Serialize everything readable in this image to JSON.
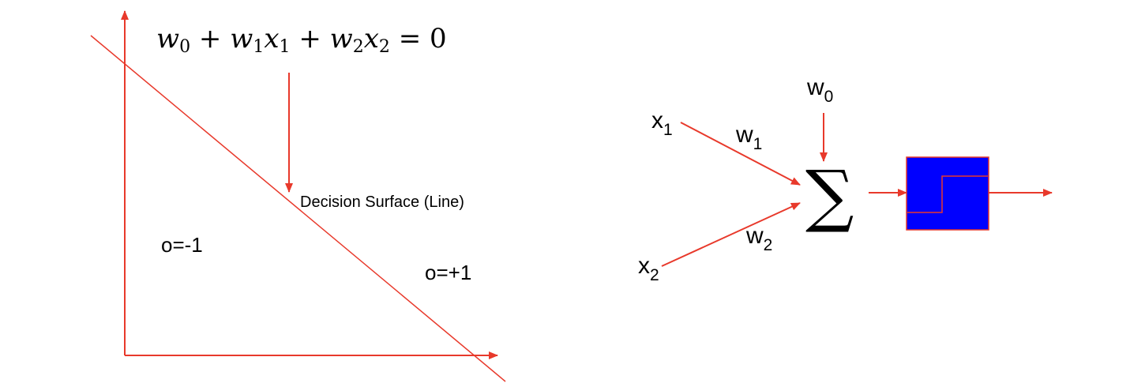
{
  "colors": {
    "line": "#e8392b",
    "block_fill": "#0000ff",
    "block_border": "#e8392b",
    "text": "#000000"
  },
  "left_diagram": {
    "equation": {
      "w0": "w",
      "w0_sub": "0",
      "plus1": " + ",
      "w1": "w",
      "w1_sub": "1",
      "x1": "x",
      "x1_sub": "1",
      "plus2": " + ",
      "w2": "w",
      "w2_sub": "2",
      "x2": "x",
      "x2_sub": "2",
      "equals": " = 0"
    },
    "decision_label": "Decision Surface (Line)",
    "region_negative": "o=-1",
    "region_positive": "o=+1"
  },
  "right_diagram": {
    "input1": {
      "name": "x",
      "sub": "1"
    },
    "input2": {
      "name": "x",
      "sub": "2"
    },
    "weight1": {
      "name": "w",
      "sub": "1"
    },
    "weight2": {
      "name": "w",
      "sub": "2"
    },
    "bias": {
      "name": "w",
      "sub": "0"
    },
    "summation_symbol": "∑",
    "activation_icon": "step-function-icon"
  }
}
